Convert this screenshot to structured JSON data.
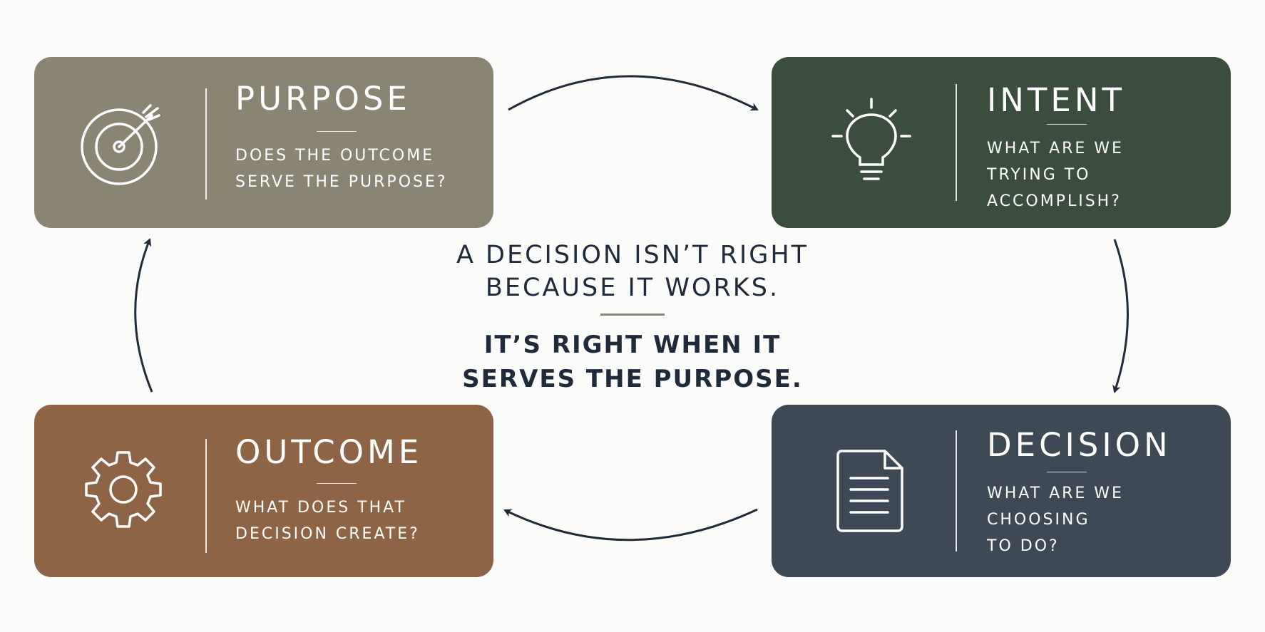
{
  "cards": {
    "purpose": {
      "title": "PURPOSE",
      "lines": [
        "DOES THE OUTCOME",
        "SERVE THE PURPOSE?"
      ],
      "icon": "target-icon",
      "color": "#8a8473"
    },
    "intent": {
      "title": "INTENT",
      "lines": [
        "WHAT ARE WE",
        "TRYING TO",
        "ACCOMPLISH?"
      ],
      "icon": "lightbulb-icon",
      "color": "#3b4e3e"
    },
    "outcome": {
      "title": "OUTCOME",
      "lines": [
        "WHAT DOES THAT",
        "DECISION CREATE?"
      ],
      "icon": "gear-icon",
      "color": "#8d6445"
    },
    "decision": {
      "title": "DECISION",
      "lines": [
        "WHAT ARE WE",
        "CHOOSING",
        "TO DO?"
      ],
      "icon": "document-icon",
      "color": "#3d4a55"
    }
  },
  "center": {
    "statement": [
      "A DECISION ISN’T RIGHT",
      "BECAUSE IT WORKS."
    ],
    "emphasis": [
      "IT’S RIGHT WHEN IT",
      "SERVES THE PURPOSE."
    ],
    "text_color": "#1f2a3a"
  },
  "arrow_color": "#1f2a3a"
}
